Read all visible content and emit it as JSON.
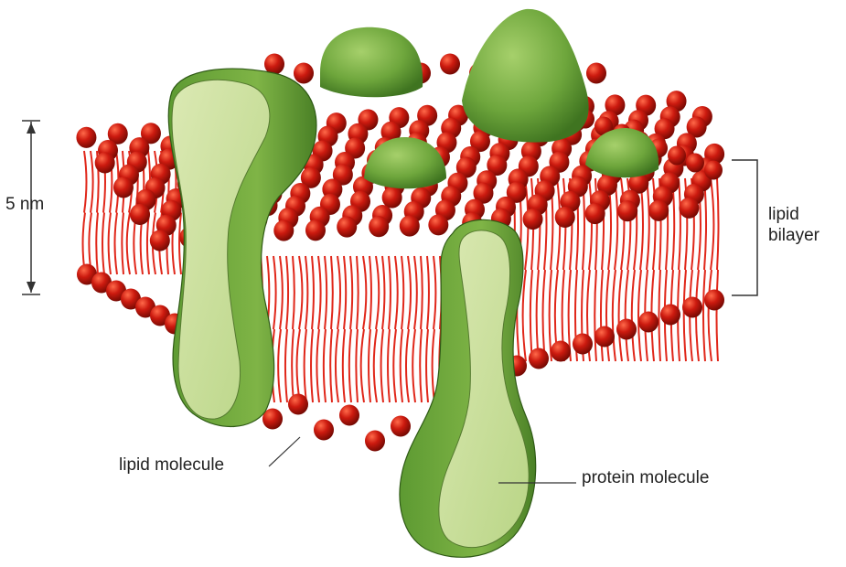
{
  "labels": {
    "scale": "5 nm",
    "bilayer_line1": "lipid",
    "bilayer_line2": "bilayer",
    "lipid_molecule": "lipid molecule",
    "protein_molecule": "protein molecule"
  },
  "colors": {
    "lipid_head": "#cc1a0f",
    "lipid_head_dark": "#7a0a04",
    "lipid_tail": "#e0271a",
    "protein_light": "#c9df9a",
    "protein_mid": "#8fbf55",
    "protein_dark": "#4f8a2a",
    "label_text": "#222222"
  }
}
